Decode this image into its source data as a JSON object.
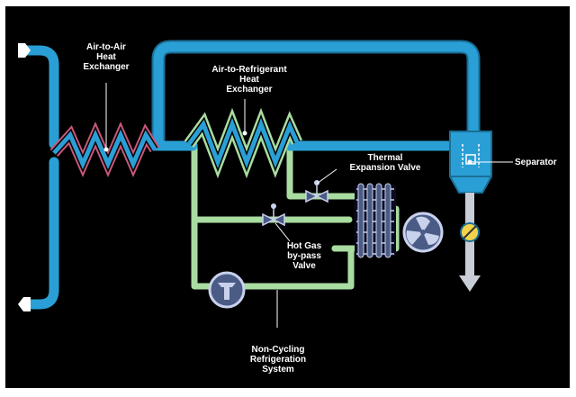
{
  "diagram": {
    "labels": {
      "air_to_air": [
        "Air-to-Air",
        "Heat",
        "Exchanger"
      ],
      "air_to_refrigerant": [
        "Air-to-Refrigerant",
        "Heat",
        "Exchanger"
      ],
      "thermal_expansion_valve": [
        "Thermal",
        "Expansion Valve"
      ],
      "separator": [
        "Separator"
      ],
      "hot_gas_bypass_valve": [
        "Hot Gas",
        "by-pass",
        "Valve"
      ],
      "non_cycling_system": [
        "Non-Cycling",
        "Refrigeration",
        "System"
      ]
    },
    "colors": {
      "background": "#000000",
      "frame": "#ffffff",
      "air_pipe": "#2a9fd6",
      "air_pipe_edge": "#1b6e96",
      "refrigerant_pipe": "#a9dca0",
      "air_to_air_coil_outline": "#c8577a",
      "component_fill": "#4a5b86",
      "component_edge": "#c9d2ec",
      "drain_valve": "#f2d34a",
      "drain_arrow": "#c9cdd8",
      "leader_line": "#ffffff"
    },
    "icons": [
      "fan-icon",
      "compressor-icon",
      "valve-icon",
      "inlet-arrow-icon",
      "outlet-arrow-icon",
      "drain-arrow-icon"
    ]
  }
}
